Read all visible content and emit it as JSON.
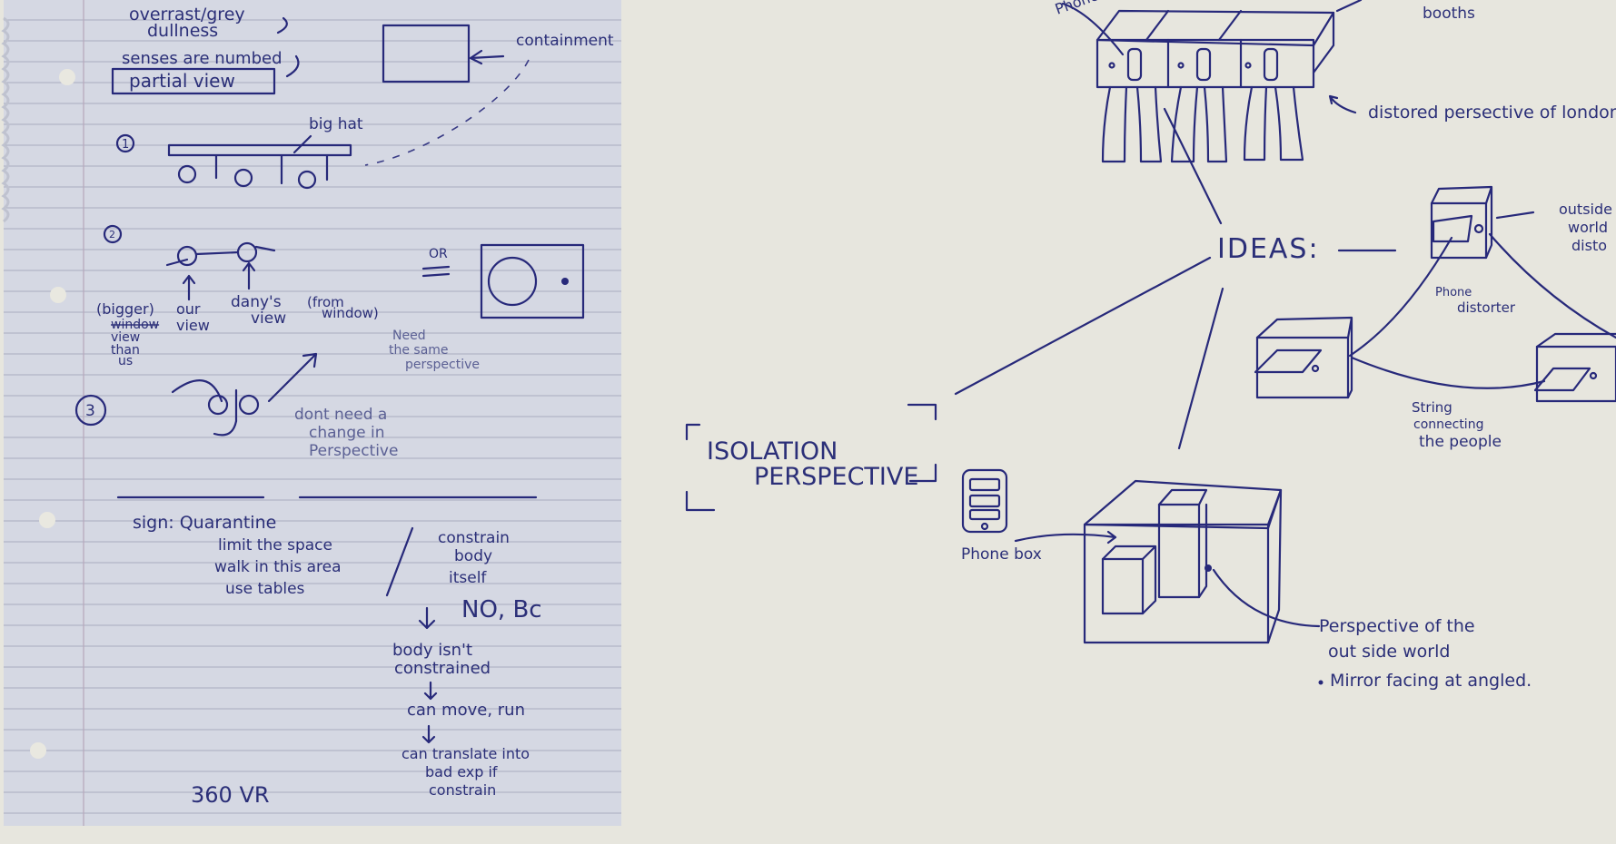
{
  "notebook_page": {
    "header_lines": [
      "overrast/grey",
      "dullness"
    ],
    "senses_line": "senses are numbed",
    "boxed_label": "partial view",
    "containment_label": "containment",
    "sketch_1": {
      "number": "1",
      "label": "big hat"
    },
    "sketch_2": {
      "number": "2",
      "or_label": "OR",
      "bigger_view": [
        "(bigger)",
        "window",
        "view",
        "than",
        "us"
      ],
      "our_view": [
        "our",
        "view"
      ],
      "danys_view": [
        "dany's",
        "view"
      ],
      "from_window": [
        "(from",
        "window)"
      ],
      "note": [
        "Need",
        "the same",
        "perspective"
      ]
    },
    "sketch_3": {
      "number": "3",
      "note": [
        "dont need a",
        "change in",
        "Perspective"
      ]
    },
    "design_block": {
      "line1": "sign: Quarantine",
      "line2": "limit the space",
      "line3": "walk in this area",
      "line4": "use tables",
      "side": [
        "constrain",
        "body",
        "itself"
      ],
      "no_bc": "NO, Bc",
      "step1": [
        "body isn't",
        "constrained"
      ],
      "step2": "can move, run",
      "step3": [
        "can translate into",
        "bad exp if",
        "constrain"
      ]
    },
    "footer": "360 VR"
  },
  "sketchbook": {
    "center_label": "IDEAS:",
    "isolation_label": [
      "ISOLATION",
      "PERSPECTIVE"
    ],
    "phone_label": "Phone",
    "booths_label": "booths",
    "distorted_label": "distored persective of london",
    "outside_label": [
      "outside",
      "world",
      "disto"
    ],
    "phone_distorter_label": [
      "Phone",
      "distorter"
    ],
    "string_label": [
      "String",
      "connecting",
      "the people"
    ],
    "phone_box_label": "Phone box",
    "perspective_labels": [
      "Perspective of the",
      "out side world",
      "Mirror facing at angled."
    ]
  }
}
